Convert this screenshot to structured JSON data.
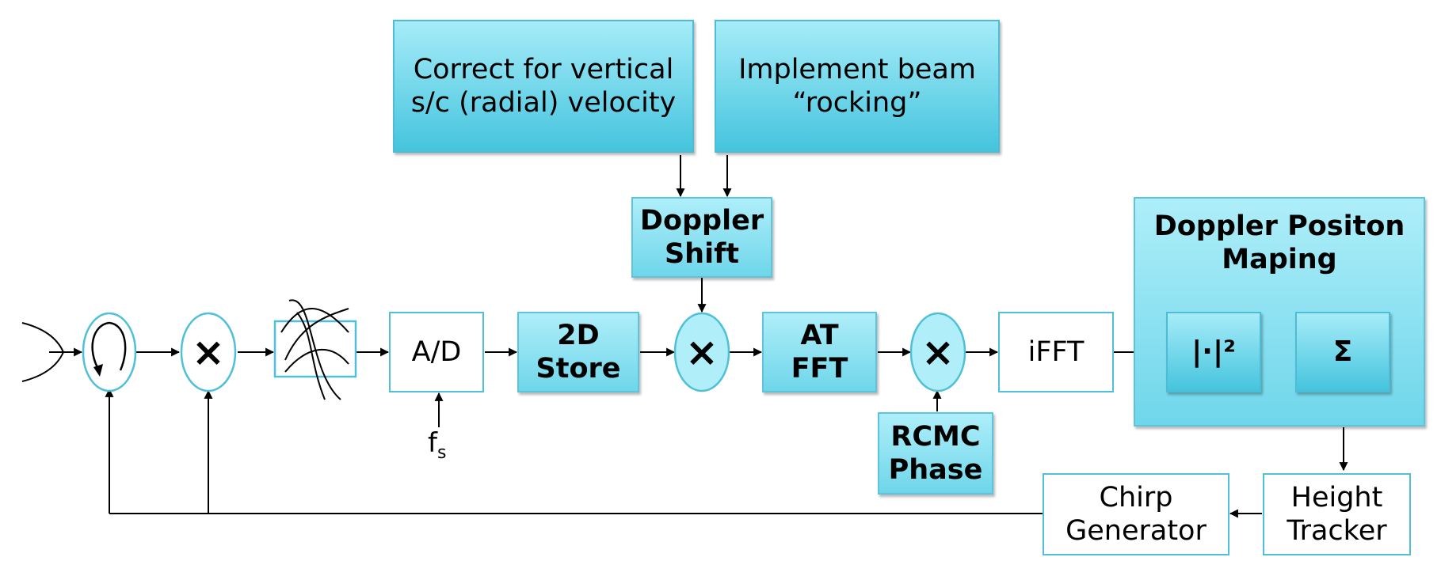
{
  "blocks": {
    "vertical_velocity": {
      "line1": "Correct for vertical",
      "line2": "s/c (radial) velocity"
    },
    "beam_rocking": {
      "line1": "Implement beam",
      "line2": "“rocking”"
    },
    "doppler_shift": {
      "line1": "Doppler",
      "line2": "Shift"
    },
    "ad": {
      "label": "A/D"
    },
    "store_2d": {
      "line1": "2D",
      "line2": "Store"
    },
    "at_fft": {
      "line1": "AT",
      "line2": "FFT"
    },
    "ifft": {
      "label": "iFFT"
    },
    "rcmc_phase": {
      "line1": "RCMC",
      "line2": "Phase"
    },
    "doppler_mapping": {
      "line1": "Doppler Positon",
      "line2": "Maping"
    },
    "magnitude": {
      "label": "|·|²"
    },
    "sum": {
      "label": "Σ"
    },
    "chirp_generator": {
      "line1": "Chirp",
      "line2": "Generator"
    },
    "height_tracker": {
      "line1": "Height",
      "line2": "Tracker"
    }
  },
  "symbols": {
    "multiply": "×"
  },
  "labels": {
    "fs_main": "f",
    "fs_sub": "s"
  }
}
